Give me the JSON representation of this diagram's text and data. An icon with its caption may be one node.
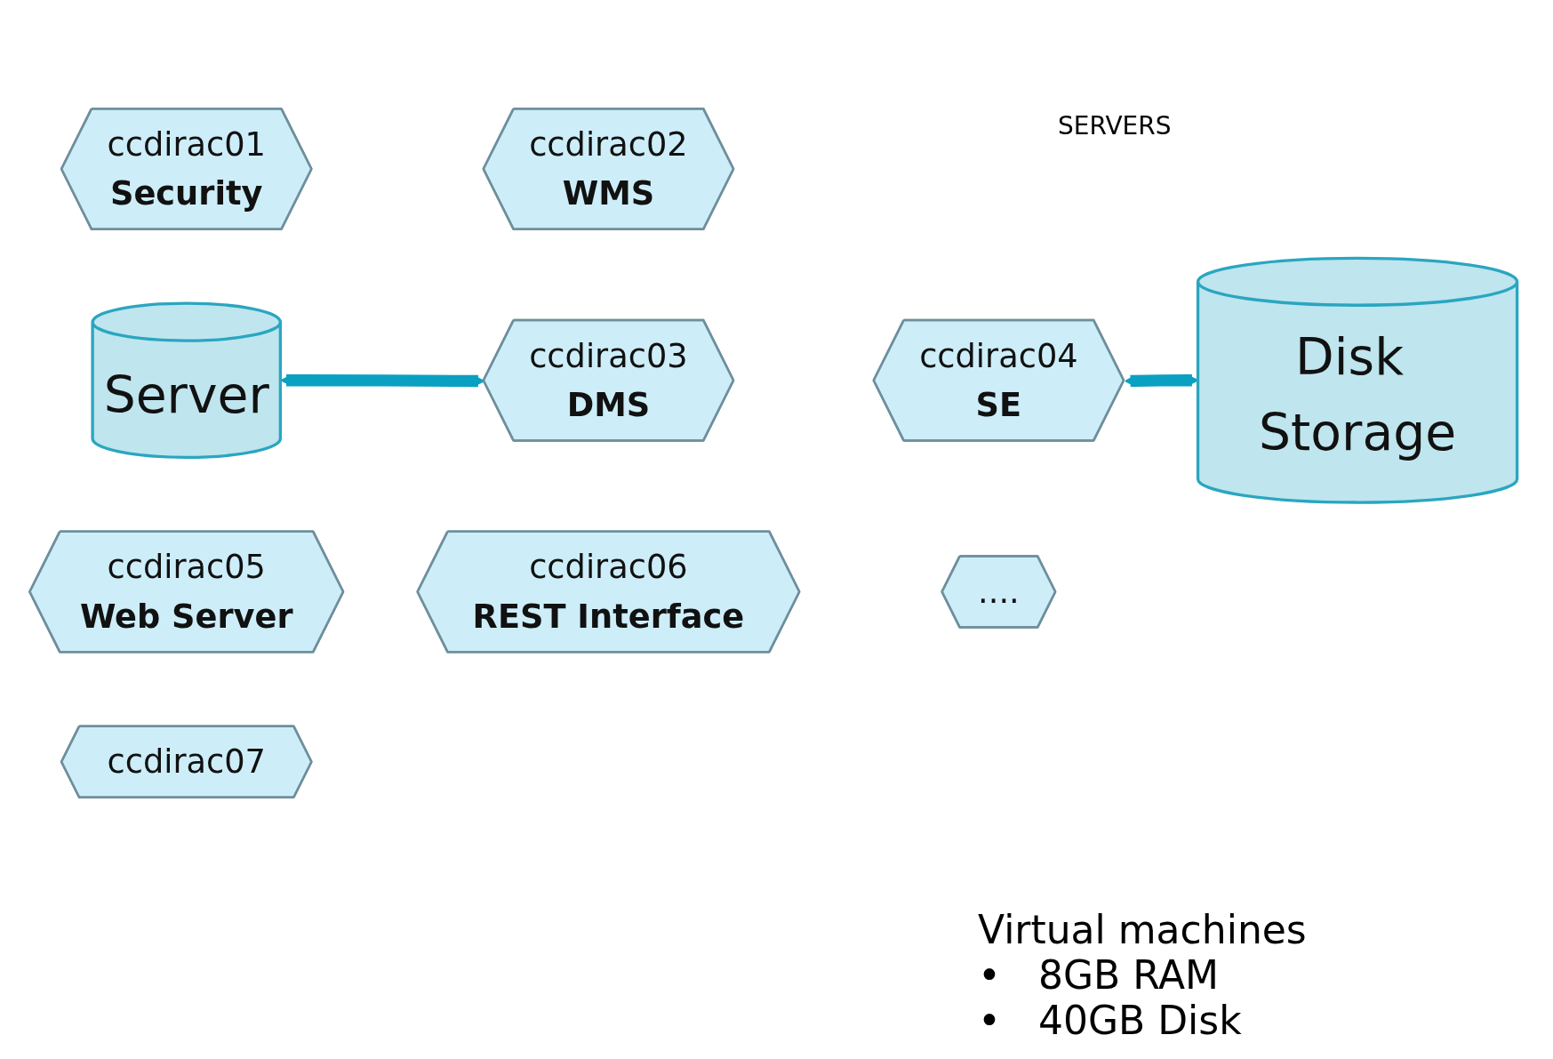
{
  "diagram": {
    "nodes": [
      {
        "text": [
          "Server"
        ]
      },
      {
        "text": [
          "ccdirac01",
          "Security"
        ]
      },
      {
        "text": [
          "ccdirac02",
          "WMS"
        ]
      },
      {
        "text": [
          "ccdirac03",
          "DMS"
        ]
      },
      {
        "text": [
          "ccdirac04",
          "SE"
        ]
      },
      {
        "text": [
          "ccdirac05",
          "Web Server"
        ]
      },
      {
        "text": [
          "ccdirac06",
          "REST Interface"
        ]
      },
      {
        "text": [
          "...."
        ]
      },
      {
        "text": [
          "ccdirac07"
        ]
      },
      {
        "text": [
          "Disk Storage"
        ]
      }
    ],
    "edges": [
      {
        "from": 0,
        "to": 3,
        "arrow": "both"
      },
      {
        "from": 4,
        "to": 9,
        "arrow": "both"
      }
    ],
    "labels": [
      "SERVERS",
      "Virtual machines",
      "•   8GB RAM",
      "•   40GB Disk"
    ]
  }
}
